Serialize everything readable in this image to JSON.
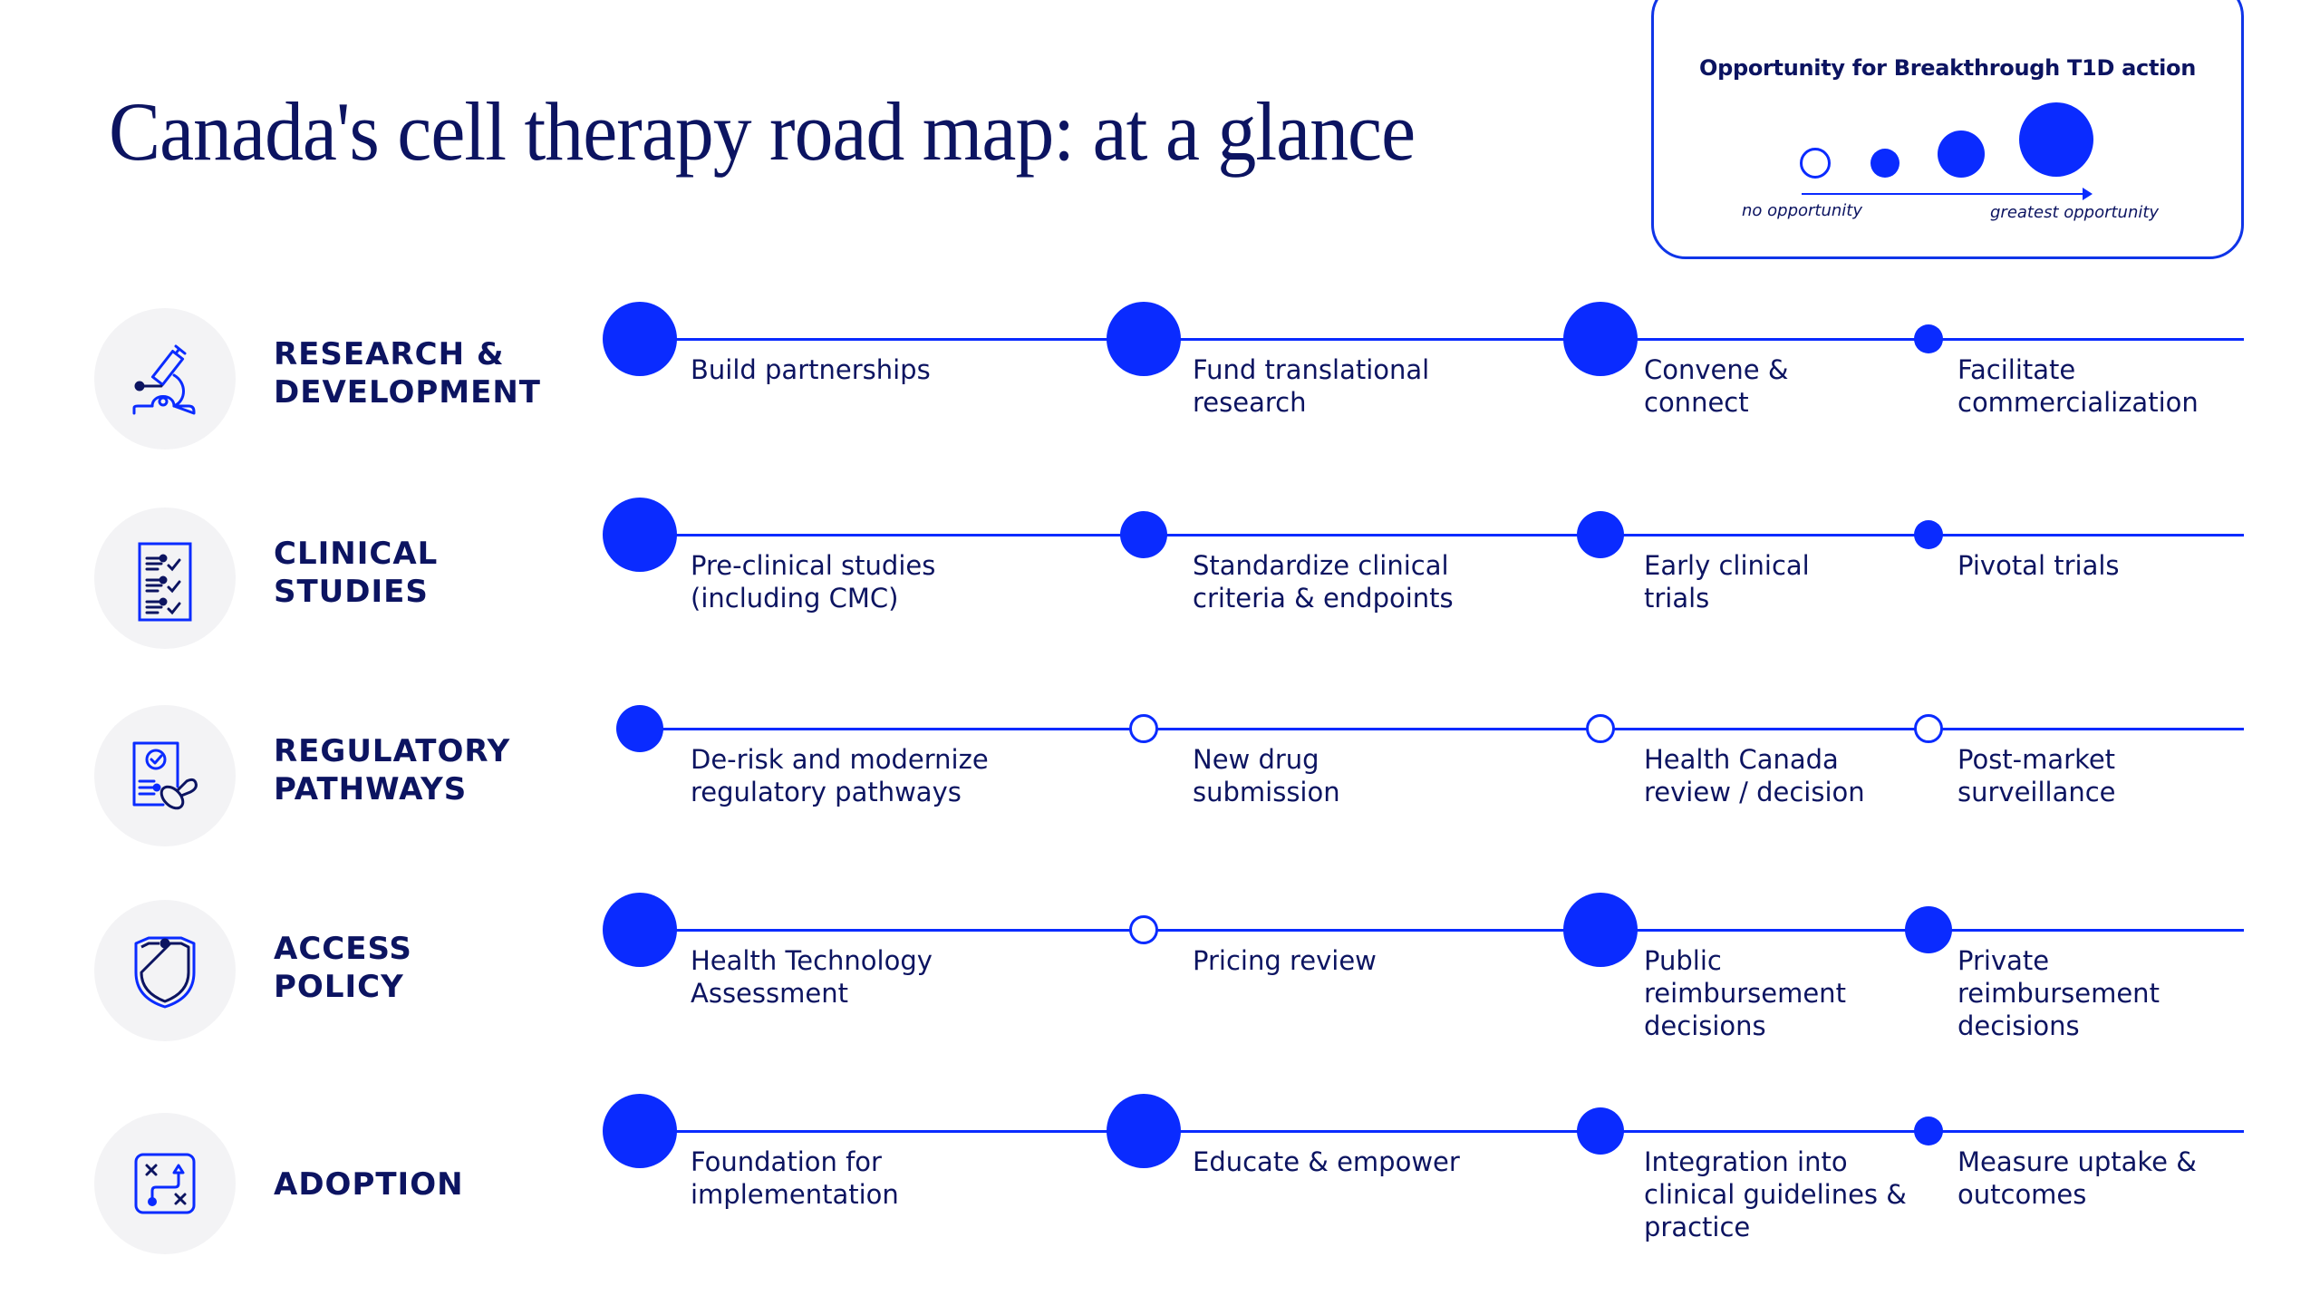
{
  "title": "Canada's cell therapy road map: at a glance",
  "legend": {
    "title": "Opportunity for Breakthrough T1D action",
    "levels": [
      "none",
      "small",
      "medium",
      "large"
    ],
    "low_label": "no opportunity",
    "high_label": "greatest opportunity"
  },
  "colors": {
    "accent": "#0a2bff",
    "text": "#0c1461",
    "icon_bg": "#f3f3f5"
  },
  "rows": [
    {
      "label": "RESEARCH &\nDEVELOPMENT",
      "icon": "microscope-icon",
      "steps": [
        {
          "text": "Build partnerships",
          "opportunity": "large"
        },
        {
          "text": "Fund translational\nresearch",
          "opportunity": "large"
        },
        {
          "text": "Convene &\nconnect",
          "opportunity": "large"
        },
        {
          "text": "Facilitate\ncommercialization",
          "opportunity": "small"
        }
      ]
    },
    {
      "label": "CLINICAL\nSTUDIES",
      "icon": "checklist-icon",
      "steps": [
        {
          "text": "Pre-clinical studies\n(including CMC)",
          "opportunity": "large"
        },
        {
          "text": "Standardize clinical\ncriteria & endpoints",
          "opportunity": "medium"
        },
        {
          "text": "Early clinical\ntrials",
          "opportunity": "medium"
        },
        {
          "text": "Pivotal trials",
          "opportunity": "small"
        }
      ]
    },
    {
      "label": "REGULATORY\nPATHWAYS",
      "icon": "document-stamp-icon",
      "steps": [
        {
          "text": "De-risk and modernize\nregulatory pathways",
          "opportunity": "medium"
        },
        {
          "text": "New drug\nsubmission",
          "opportunity": "none"
        },
        {
          "text": "Health Canada\nreview / decision",
          "opportunity": "none"
        },
        {
          "text": "Post-market\nsurveillance",
          "opportunity": "none"
        }
      ]
    },
    {
      "label": "ACCESS\nPOLICY",
      "icon": "shield-icon",
      "steps": [
        {
          "text": "Health Technology\nAssessment",
          "opportunity": "large"
        },
        {
          "text": "Pricing review",
          "opportunity": "none"
        },
        {
          "text": "Public\nreimbursement\ndecisions",
          "opportunity": "large"
        },
        {
          "text": "Private\nreimbursement\ndecisions",
          "opportunity": "medium"
        }
      ]
    },
    {
      "label": "ADOPTION",
      "icon": "strategy-map-icon",
      "steps": [
        {
          "text": "Foundation for\nimplementation",
          "opportunity": "large"
        },
        {
          "text": "Educate & empower",
          "opportunity": "large"
        },
        {
          "text": "Integration into\nclinical guidelines &\npractice",
          "opportunity": "medium"
        },
        {
          "text": "Measure uptake &\noutcomes",
          "opportunity": "small"
        }
      ]
    }
  ]
}
